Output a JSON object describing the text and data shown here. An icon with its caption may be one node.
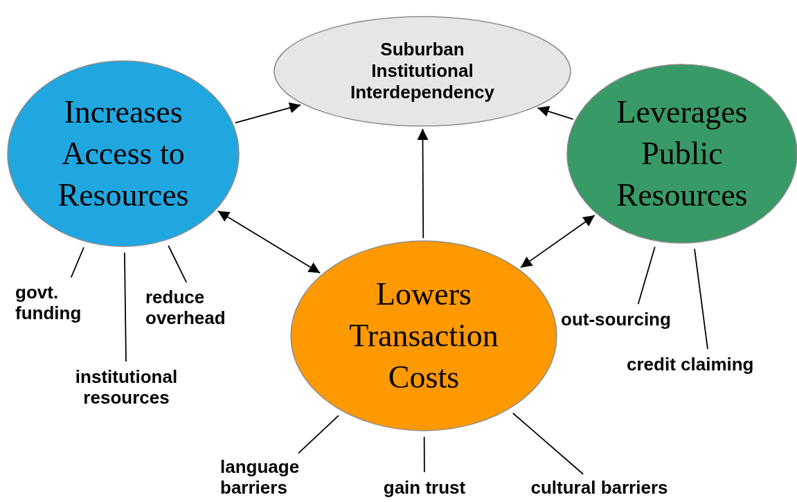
{
  "diagram": {
    "nodes": [
      {
        "text": [
          "Suburban Institutional Interdependency"
        ]
      },
      {
        "text": [
          "Increases Access to Resources"
        ]
      },
      {
        "text": [
          "Leverages Public Resources"
        ]
      },
      {
        "text": [
          "Lowers Transaction Costs"
        ]
      },
      {
        "text": [
          "govt. funding"
        ]
      },
      {
        "text": [
          "institutional resources"
        ]
      },
      {
        "text": [
          "reduce overhead"
        ]
      },
      {
        "text": [
          "out-sourcing"
        ]
      },
      {
        "text": [
          "credit claiming"
        ]
      },
      {
        "text": [
          "language barriers"
        ]
      },
      {
        "text": [
          "gain trust"
        ]
      },
      {
        "text": [
          "cultural barriers"
        ]
      }
    ],
    "edges": [
      {
        "from": 1,
        "to": 0,
        "arrow": "to"
      },
      {
        "from": 2,
        "to": 0,
        "arrow": "to"
      },
      {
        "from": 3,
        "to": 0,
        "arrow": "to"
      },
      {
        "from": 1,
        "to": 3,
        "arrow": "both"
      },
      {
        "from": 2,
        "to": 3,
        "arrow": "both"
      },
      {
        "from": 1,
        "to": 4,
        "arrow": "none"
      },
      {
        "from": 1,
        "to": 5,
        "arrow": "none"
      },
      {
        "from": 1,
        "to": 6,
        "arrow": "none"
      },
      {
        "from": 2,
        "to": 7,
        "arrow": "none"
      },
      {
        "from": 2,
        "to": 8,
        "arrow": "none"
      },
      {
        "from": 3,
        "to": 9,
        "arrow": "none"
      },
      {
        "from": 3,
        "to": 10,
        "arrow": "none"
      },
      {
        "from": 3,
        "to": 11,
        "arrow": "none"
      }
    ]
  }
}
